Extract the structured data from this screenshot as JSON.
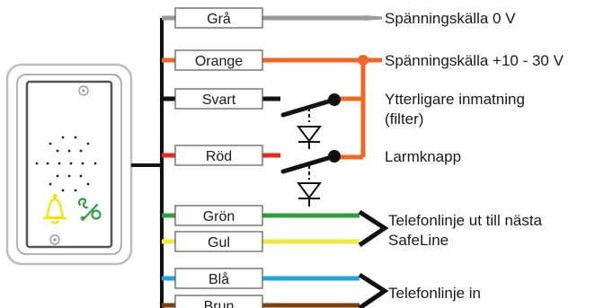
{
  "colors": {
    "gra": "#9a9a9a",
    "orange": "#f26522",
    "svart": "#111111",
    "rod": "#e8281e",
    "gron": "#2e9e3e",
    "gul": "#f2ea3a",
    "bla": "#1ea7e1",
    "brun": "#7a4412",
    "bell": "#f4e300",
    "phone_icon": "#2e9e3e"
  },
  "wires": {
    "gra": "Grå",
    "orange": "Orange",
    "svart": "Svart",
    "rod": "Röd",
    "gron": "Grön",
    "gul": "Gul",
    "bla": "Blå",
    "brun": "Brun"
  },
  "descriptions": {
    "supply_0v": "Spänningskälla 0 V",
    "supply_pos": "Spänningskälla +10 - 30 V",
    "extra_input_line1": "Ytterligare inmatning",
    "extra_input_line2": "(filter)",
    "alarm_button": "Larmknapp",
    "phone_out_line1": "Telefonlinje ut till nästa",
    "phone_out_line2": "SafeLine",
    "phone_in": "Telefonlinje in"
  },
  "icons": {
    "bell": "bell-icon",
    "phone_symbol": "phone-percent-icon"
  }
}
